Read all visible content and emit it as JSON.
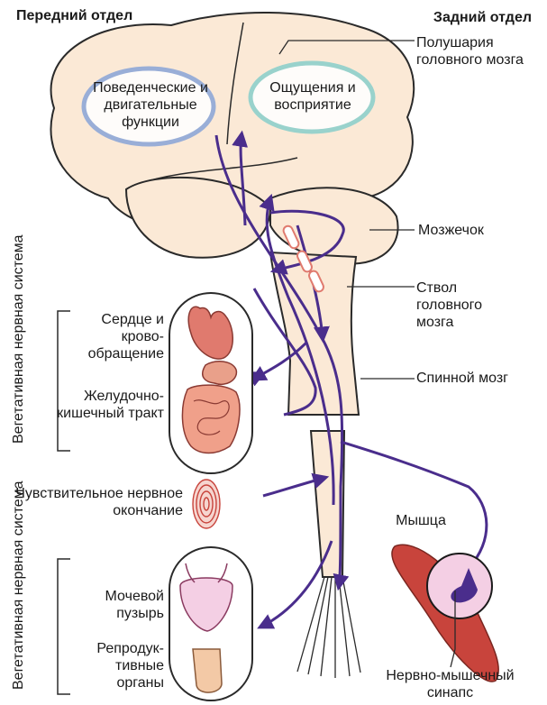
{
  "labels": {
    "front": "Передний отдел",
    "back": "Задний отдел",
    "hemispheres": "Полушария головного мозга",
    "behavioral": "Поведенческие и двигательные функции",
    "sensation": "Ощущения и восприятие",
    "cerebellum": "Мозжечок",
    "brainstem": "Ствол головного мозга",
    "spinal_cord": "Спинной мозг",
    "heart": "Сердце и крово- обращение",
    "gi": "Желудочно- кишечный тракт",
    "sensory_ending": "Чувствительное нервное окончание",
    "muscle": "Мышца",
    "bladder": "Мочевой пузырь",
    "reproductive": "Репродук- тивные органы",
    "nm_synapse": "Нервно-мышечный синапс",
    "autonomic_1": "Вегетативная нервная система",
    "autonomic_2": "Вегетативная нервная система"
  },
  "colors": {
    "pathway": "#4a2d8c",
    "tissue": "#fbe9d6",
    "outline": "#2a2a2a",
    "behavior_oval": "#8fa8d8",
    "sensation_oval": "#8fd0cc",
    "organ_red": "#e07a6e",
    "muscle_red": "#c8443c"
  }
}
